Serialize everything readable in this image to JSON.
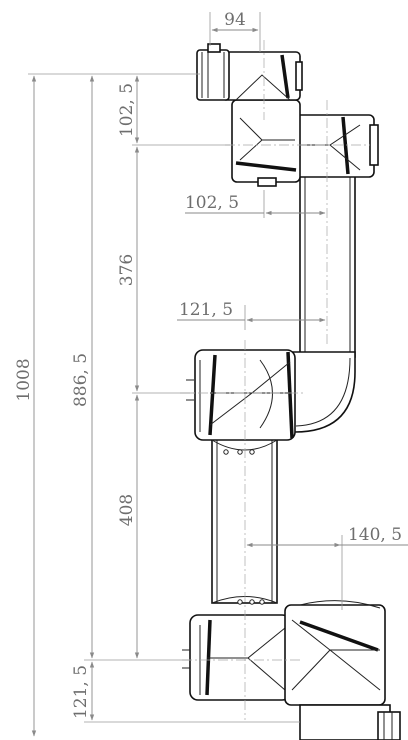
{
  "dimensions": {
    "d94": "94",
    "d102_5_vertical": "102, 5",
    "d102_5_horizontal": "102, 5",
    "d376": "376",
    "d121_5_horizontal": "121, 5",
    "d1008": "1008",
    "d886_5": "886, 5",
    "d408": "408",
    "d140_5": "140, 5",
    "d121_5_vertical": "121, 5"
  },
  "colors": {
    "line": "#111111",
    "dimension": "#8a8a8a",
    "label": "#6e6e6e"
  }
}
